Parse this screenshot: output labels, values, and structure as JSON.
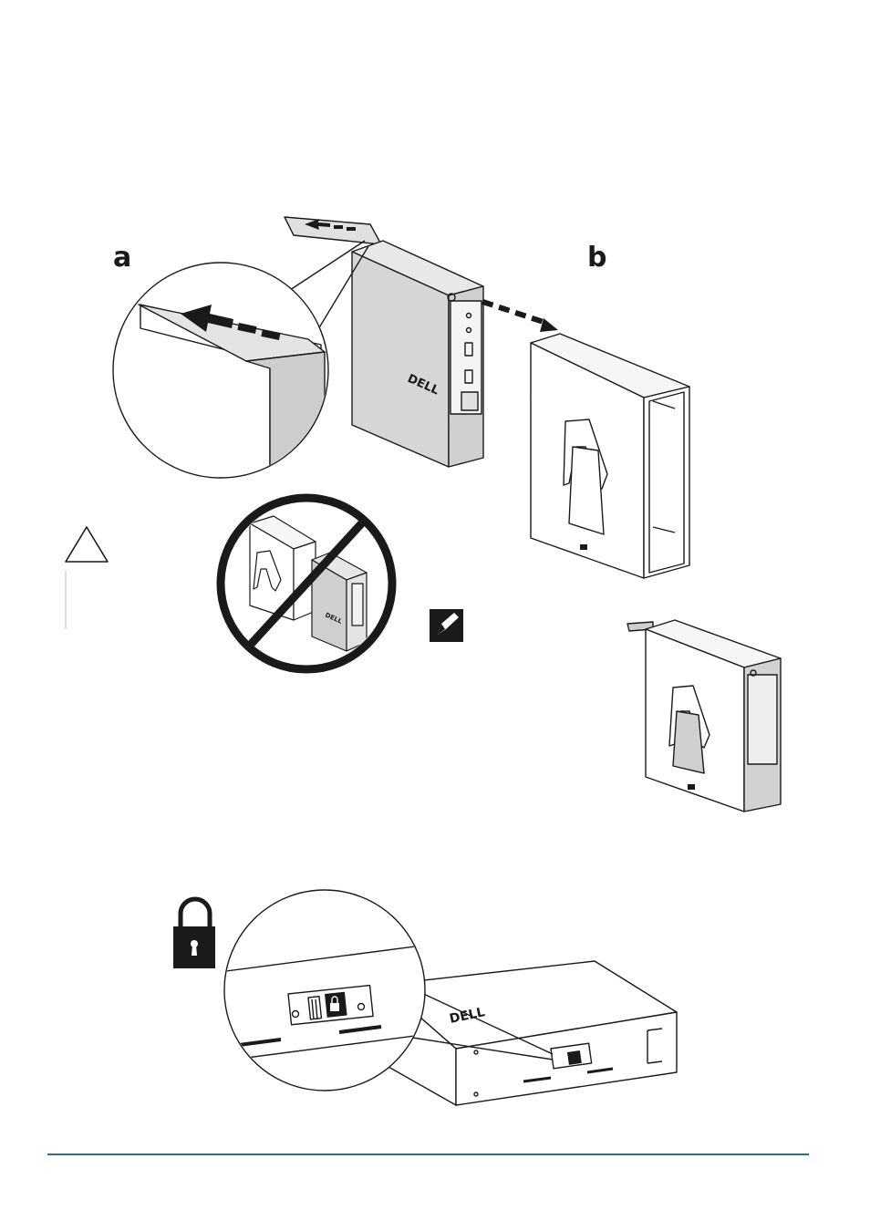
{
  "steps": {
    "a": "a",
    "b": "b"
  },
  "brand": {
    "logo_text": "DELL"
  },
  "icons": {
    "caution": "caution-triangle-icon",
    "note": "note-pencil-icon",
    "lock": "padlock-icon",
    "prohibited": "prohibited-circle-icon"
  },
  "colors": {
    "footer_rule": "#2b6e8f",
    "line": "#1a1a1a",
    "device_gray": "#dcdcdc",
    "device_dark": "#c4c4c4",
    "icon_fill": "#1a1a1a"
  }
}
